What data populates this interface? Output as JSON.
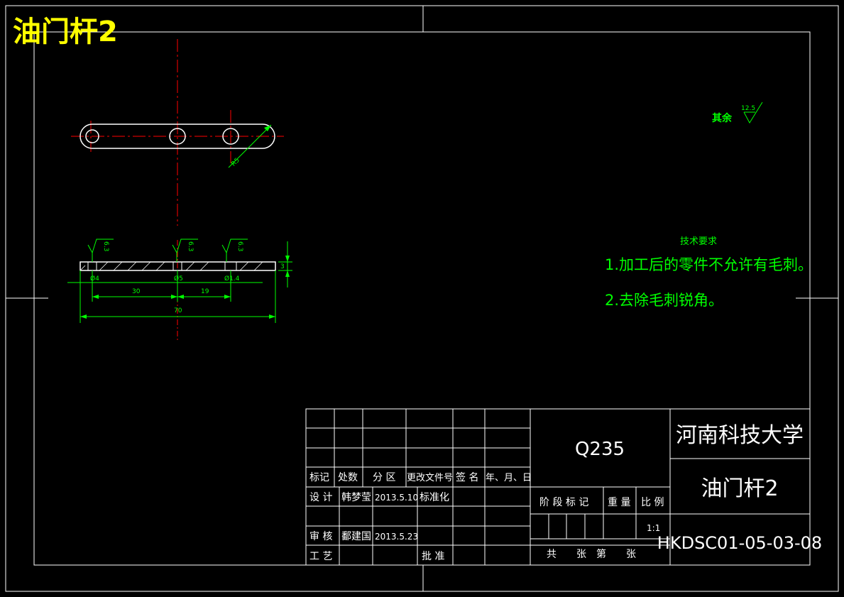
{
  "drawing_title": "油门杆2",
  "surface_finish": {
    "label": "其余",
    "value": "12.5"
  },
  "roughness_marks": [
    "6.3",
    "6.3",
    "6.3"
  ],
  "dimensions": {
    "hole1": "Ø4",
    "hole2": "Ø5",
    "hole3": "Ø1.4",
    "d30": "30",
    "d19": "19",
    "d70": "70",
    "thickness": "3",
    "end_radius": "R5"
  },
  "tech_requirements": {
    "heading": "技术要求",
    "items": [
      "1.加工后的零件不允许有毛刺。",
      "2.去除毛刺锐角。"
    ]
  },
  "title_block": {
    "material": "Q235",
    "university": "河南科技大学",
    "part_name": "油门杆2",
    "drawing_number": "HKDSC01-05-03-08",
    "scale": "1:1",
    "headers": {
      "mark": "标记",
      "count": "处数",
      "zone": "分 区",
      "change_doc": "更改文件号",
      "sign": "签 名",
      "date": "年、月、日"
    },
    "design_label": "设 计",
    "designer": "韩梦莹",
    "design_date": "2013.5.10",
    "standardize": "标准化",
    "review_label": "审 核",
    "reviewer": "鄱建国",
    "review_date": "2013.5.23",
    "process_label": "工 艺",
    "approve_label": "批 准",
    "stage_label": "阶 段 标 记",
    "weight_label": "重 量",
    "scale_label": "比 例",
    "sheets_label": "共　　张　第　　张"
  },
  "colors": {
    "background": "#000000",
    "frame": "#ffffff",
    "center_line": "#ff0000",
    "dimension": "#00ff00",
    "title": "#ffff00",
    "text_green": "#00ff00"
  }
}
